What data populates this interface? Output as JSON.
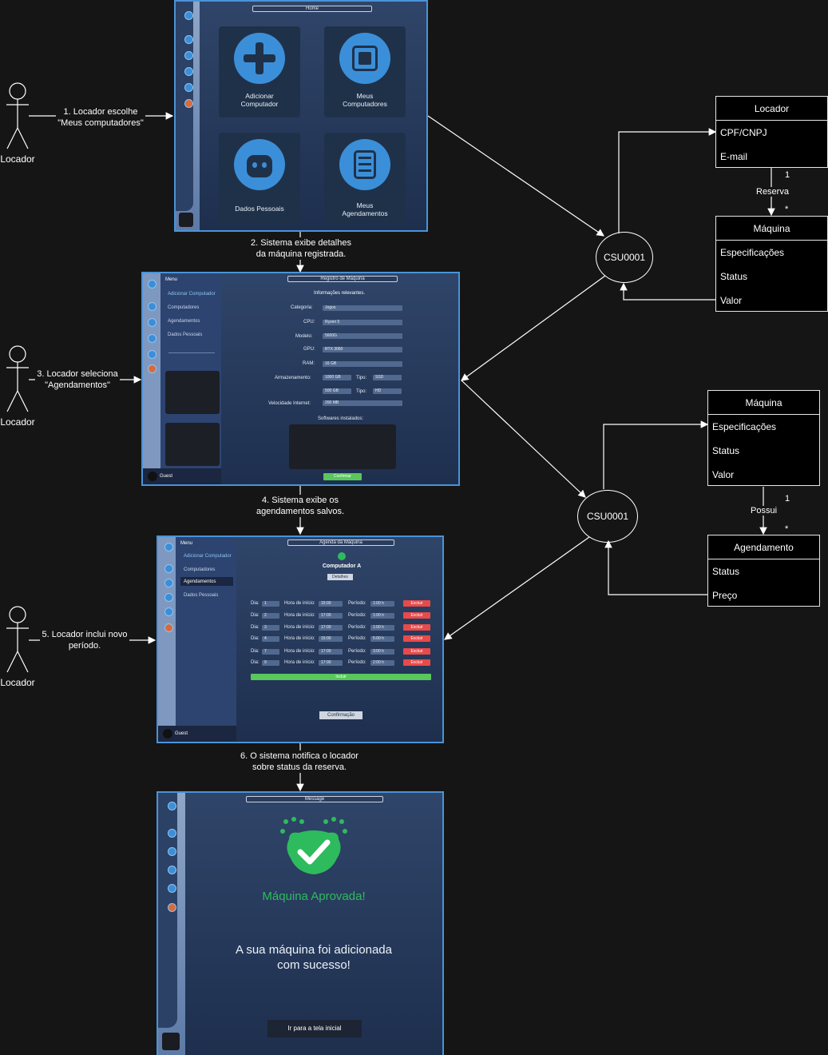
{
  "actors": [
    {
      "name": "Locador"
    },
    {
      "name": "Locador"
    },
    {
      "name": "Locador"
    }
  ],
  "steps": {
    "s1": "1. Locador escolhe\n\"Meus computadores\"",
    "s2": "2. Sistema exibe detalhes\nda máquina registrada.",
    "s3": "3. Locador seleciona\n\"Agendamentos\"",
    "s4": "4. Sistema exibe os\nagendamentos salvos.",
    "s5": "5. Locador inclui novo\nperíodo.",
    "s6": "6. O sistema notifica o locador\nsobre status da reserva."
  },
  "screen_home": {
    "title": "Home",
    "tiles": [
      {
        "label": "Adicionar\nComputador",
        "icon": "plus-icon"
      },
      {
        "label": "Meus\nComputadores",
        "icon": "chip-icon"
      },
      {
        "label": "Dados Pessoais",
        "icon": "robot-icon"
      },
      {
        "label": "Meus\nAgendamentos",
        "icon": "schedule-list-icon"
      }
    ]
  },
  "screen_registro": {
    "title": "Registro de Máquina",
    "menu_title": "Menu",
    "menu_items": [
      "Adicionar Computador",
      "Computadores",
      "Agendamentos",
      "Dados Pessoais"
    ],
    "section_title": "Informações relevantes.",
    "labels": {
      "categoria": "Categoria:",
      "cpu": "CPU:",
      "modelo": "Modelo:",
      "gpu": "GPU:",
      "ram": "RAM:",
      "armazenamento": "Armazenamento:",
      "tipo": "Tipo:",
      "velocidade": "Velocidade Internet:",
      "softwares": "Softwares instalados:"
    },
    "values": {
      "categoria": "Jogos",
      "cpu": "Ryzen 5",
      "modelo": "5600G",
      "gpu": "RTX 3060",
      "ram": "16 GB",
      "arm1": "1000 GB",
      "tipo1": "SSD",
      "arm2": "500 GB",
      "tipo2": "HD",
      "velocidade": "200 MB"
    },
    "confirm_label": "Confirmar",
    "user_label": "Guest"
  },
  "screen_agenda": {
    "title": "Agenda da Máquina",
    "menu_title": "Menu",
    "menu_items": [
      "Adicionar Computador",
      "Computadores",
      "Agendamentos",
      "Dados Pessoais"
    ],
    "computer_name": "Computador A",
    "specs_button": "Detalhes",
    "labels": {
      "dia": "Dia:",
      "hora": "Hora de início:",
      "periodo": "Período:",
      "excluir": "Excluir"
    },
    "rows": [
      {
        "dia": "1",
        "hora": "15:00",
        "periodo": "1:00 h"
      },
      {
        "dia": "2",
        "hora": "17:00",
        "periodo": "1:00 h"
      },
      {
        "dia": "3",
        "hora": "17:00",
        "periodo": "1:00 h"
      },
      {
        "dia": "4",
        "hora": "15:00",
        "periodo": "5:00 h"
      },
      {
        "dia": "7",
        "hora": "17:00",
        "periodo": "3:00 h"
      },
      {
        "dia": "9",
        "hora": "17:00",
        "periodo": "2:00 h"
      }
    ],
    "add_label": "Incluir",
    "confirm_label": "Confirmação",
    "user_label": "Guest"
  },
  "screen_message": {
    "title": "Message",
    "heading": "Máquina Aprovada!",
    "body": "A sua máquina foi adicionada\ncom sucesso!",
    "button": "Ir para a tela inicial",
    "accent": "#2dbb5d"
  },
  "usecases": [
    "CSU0001",
    "CSU0001"
  ],
  "class_locador": {
    "name": "Locador",
    "attrs": [
      "CPF/CNPJ",
      "E-mail"
    ]
  },
  "class_maquina1": {
    "name": "Máquina",
    "attrs": [
      "Especificações",
      "Status",
      "Valor"
    ]
  },
  "assoc1": {
    "label": "Reserva",
    "m1": "1",
    "m2": "*"
  },
  "class_maquina2": {
    "name": "Máquina",
    "attrs": [
      "Especificações",
      "Status",
      "Valor"
    ]
  },
  "class_agendamento": {
    "name": "Agendamento",
    "attrs": [
      "Status",
      "Preço"
    ]
  },
  "assoc2": {
    "label": "Possui",
    "m1": "1",
    "m2": "*"
  }
}
